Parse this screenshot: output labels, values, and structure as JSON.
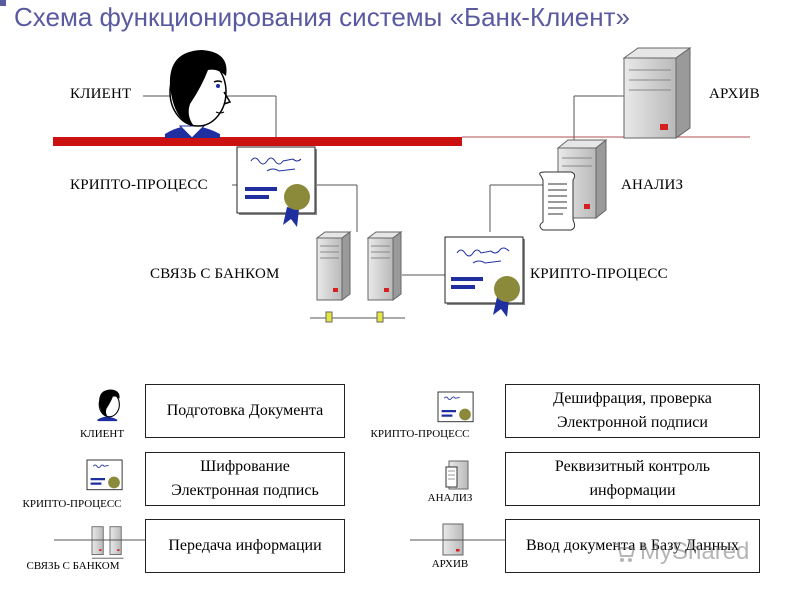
{
  "title": "Схема функционирования системы «Банк-Клиент»",
  "colors": {
    "title": "#5a5aa0",
    "main_line": "#cc1111",
    "medal": "#8a8a3a",
    "ribbon": "#1f2fa0",
    "server": "#cfcfcf"
  },
  "diagram": {
    "client": "КЛИЕНТ",
    "archive": "АРХИВ",
    "crypto_left": "КРИПТО-ПРОЦЕСС",
    "analysis": "АНАЛИЗ",
    "bank_link": "СВЯЗЬ С БАНКОМ",
    "crypto_right": "КРИПТО-ПРОЦЕСС"
  },
  "legend": {
    "left": [
      {
        "icon": "client-head-icon",
        "caption": "КЛИЕНТ",
        "lines": [
          "Подготовка Документа"
        ]
      },
      {
        "icon": "certificate-icon",
        "caption": "КРИПТО-ПРОЦЕСС",
        "lines": [
          "Шифрование",
          "Электронная подпись"
        ]
      },
      {
        "icon": "servers-icon",
        "caption": "СВЯЗЬ С БАНКОМ",
        "lines": [
          "Передача информации"
        ]
      }
    ],
    "right": [
      {
        "icon": "certificate-icon",
        "caption": "КРИПТО-ПРОЦЕСС",
        "lines": [
          "Дешифрация, проверка",
          "Электронной подписи"
        ]
      },
      {
        "icon": "scroll-server-icon",
        "caption": "АНАЛИЗ",
        "lines": [
          "Реквизитный контроль",
          "информации"
        ]
      },
      {
        "icon": "server-icon",
        "caption": "АРХИВ",
        "lines": [
          "Ввод документа в Базу Данных"
        ]
      }
    ]
  },
  "watermark": "MyShared"
}
